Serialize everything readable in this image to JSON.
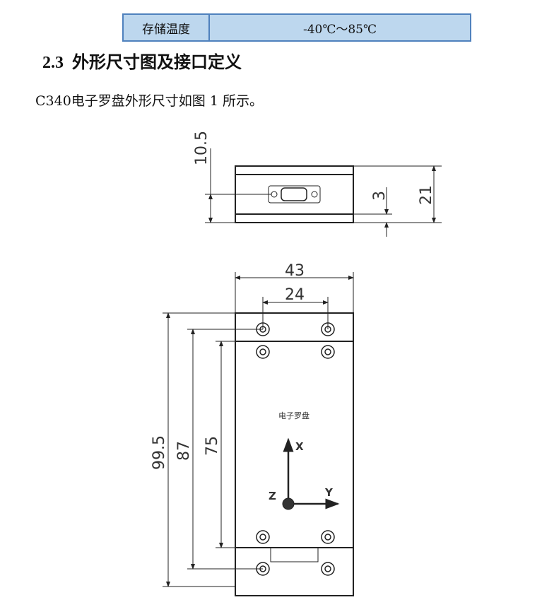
{
  "table": {
    "row_label": "存储温度",
    "row_value": "-40℃～85℃"
  },
  "heading": {
    "number": "2.3",
    "title": "外形尺寸图及接口定义"
  },
  "paragraph": "C340电子罗盘外形尺寸如图 1 所示。",
  "drawing": {
    "top_view_dims": {
      "connector_height": "10.5",
      "bottom_offset": "3",
      "height": "21"
    },
    "bottom_view_dims": {
      "width": "43",
      "hole_spacing": "24",
      "length": "99.5",
      "outer_hole_spacing": "87",
      "inner_hole_spacing": "75"
    },
    "device_label": "电子罗盘",
    "axes": {
      "x": "X",
      "y": "Y",
      "z": "Z"
    }
  }
}
